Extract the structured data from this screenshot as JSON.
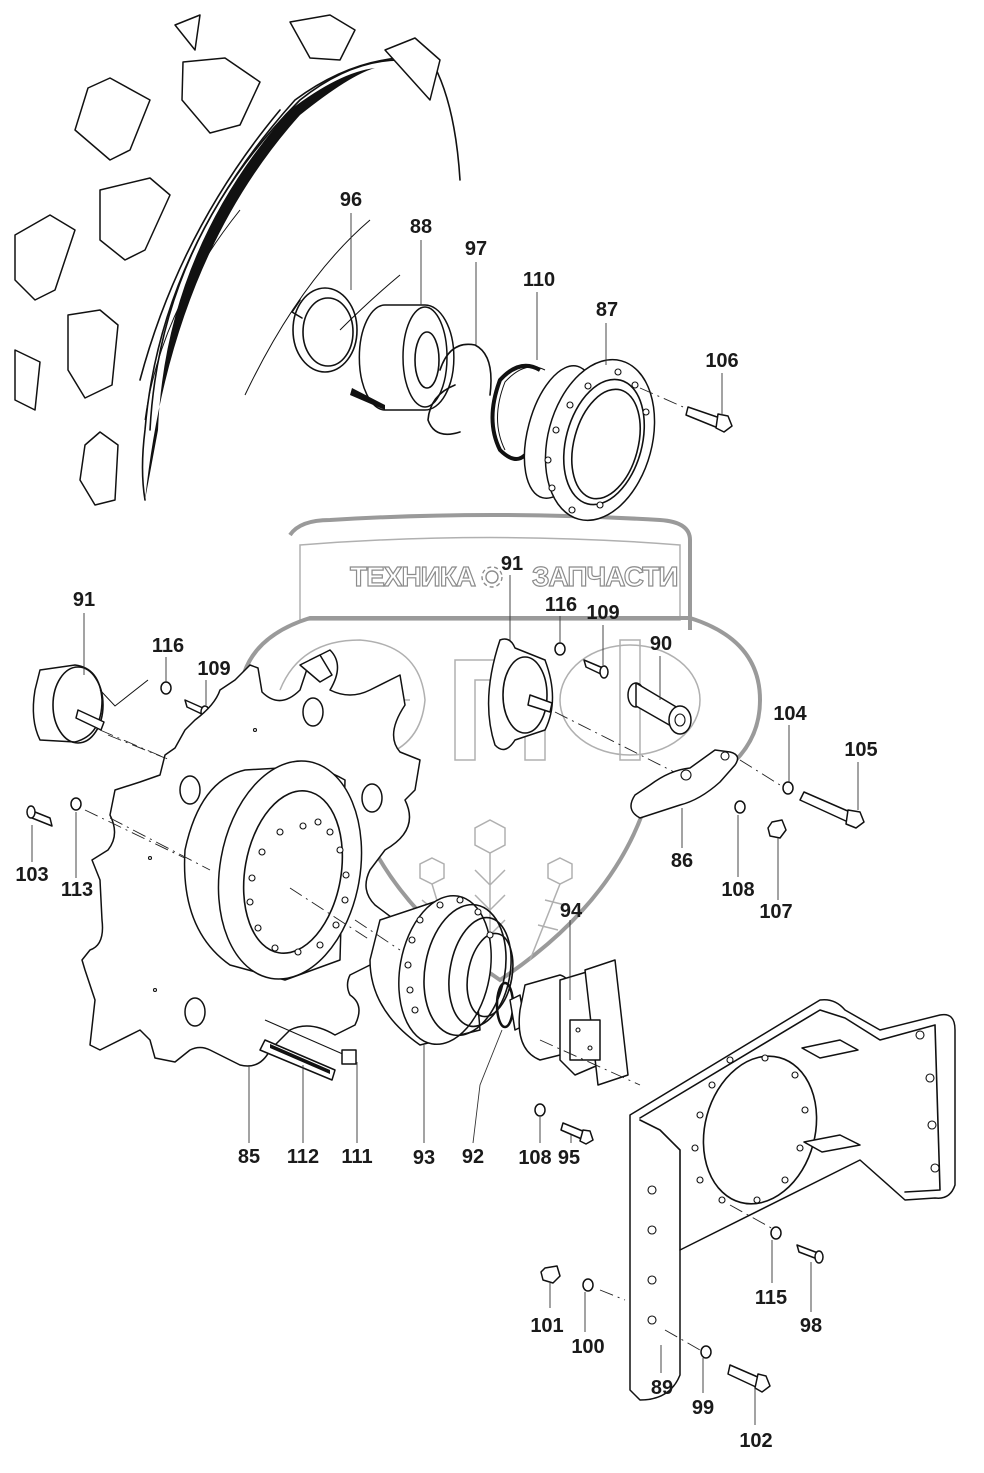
{
  "watermark": {
    "left_word": "ТЕХНИКА",
    "right_word": "ЗАПЧАСТИ",
    "logo_letters": "ЭПФ",
    "gear_icon": "gear-icon",
    "color": "#9a9a9a"
  },
  "callouts": [
    {
      "id": "96",
      "label": "96",
      "part": "snap-ring"
    },
    {
      "id": "88",
      "label": "88",
      "part": "bearing"
    },
    {
      "id": "97",
      "label": "97",
      "part": "split-ring"
    },
    {
      "id": "110",
      "label": "110",
      "part": "o-ring"
    },
    {
      "id": "87",
      "label": "87",
      "part": "hub-flange"
    },
    {
      "id": "106",
      "label": "106",
      "part": "bolt"
    },
    {
      "id": "91a",
      "label": "91",
      "part": "rubber-mount-left"
    },
    {
      "id": "116a",
      "label": "116",
      "part": "nut-left"
    },
    {
      "id": "109a",
      "label": "109",
      "part": "screw-left"
    },
    {
      "id": "91b",
      "label": "91",
      "part": "rubber-mount-center"
    },
    {
      "id": "116b",
      "label": "116",
      "part": "nut-center"
    },
    {
      "id": "109b",
      "label": "109",
      "part": "screw-center"
    },
    {
      "id": "90",
      "label": "90",
      "part": "spacer-pin"
    },
    {
      "id": "104",
      "label": "104",
      "part": "washer"
    },
    {
      "id": "105",
      "label": "105",
      "part": "bolt"
    },
    {
      "id": "103",
      "label": "103",
      "part": "screw"
    },
    {
      "id": "113",
      "label": "113",
      "part": "washer"
    },
    {
      "id": "86",
      "label": "86",
      "part": "link-plate"
    },
    {
      "id": "108a",
      "label": "108",
      "part": "washer"
    },
    {
      "id": "107",
      "label": "107",
      "part": "nut"
    },
    {
      "id": "94",
      "label": "94",
      "part": "hydraulic-motor"
    },
    {
      "id": "85",
      "label": "85",
      "part": "scraper-plate"
    },
    {
      "id": "112",
      "label": "112",
      "part": "key"
    },
    {
      "id": "111",
      "label": "111",
      "part": "key-block"
    },
    {
      "id": "93",
      "label": "93",
      "part": "planetary-drive"
    },
    {
      "id": "92",
      "label": "92",
      "part": "o-ring"
    },
    {
      "id": "108b",
      "label": "108",
      "part": "washer"
    },
    {
      "id": "95",
      "label": "95",
      "part": "bolt"
    },
    {
      "id": "101",
      "label": "101",
      "part": "nut"
    },
    {
      "id": "100",
      "label": "100",
      "part": "washer"
    },
    {
      "id": "89",
      "label": "89",
      "part": "mounting-bracket"
    },
    {
      "id": "99",
      "label": "99",
      "part": "washer"
    },
    {
      "id": "102",
      "label": "102",
      "part": "bolt"
    },
    {
      "id": "115",
      "label": "115",
      "part": "washer"
    },
    {
      "id": "98",
      "label": "98",
      "part": "screw"
    }
  ]
}
